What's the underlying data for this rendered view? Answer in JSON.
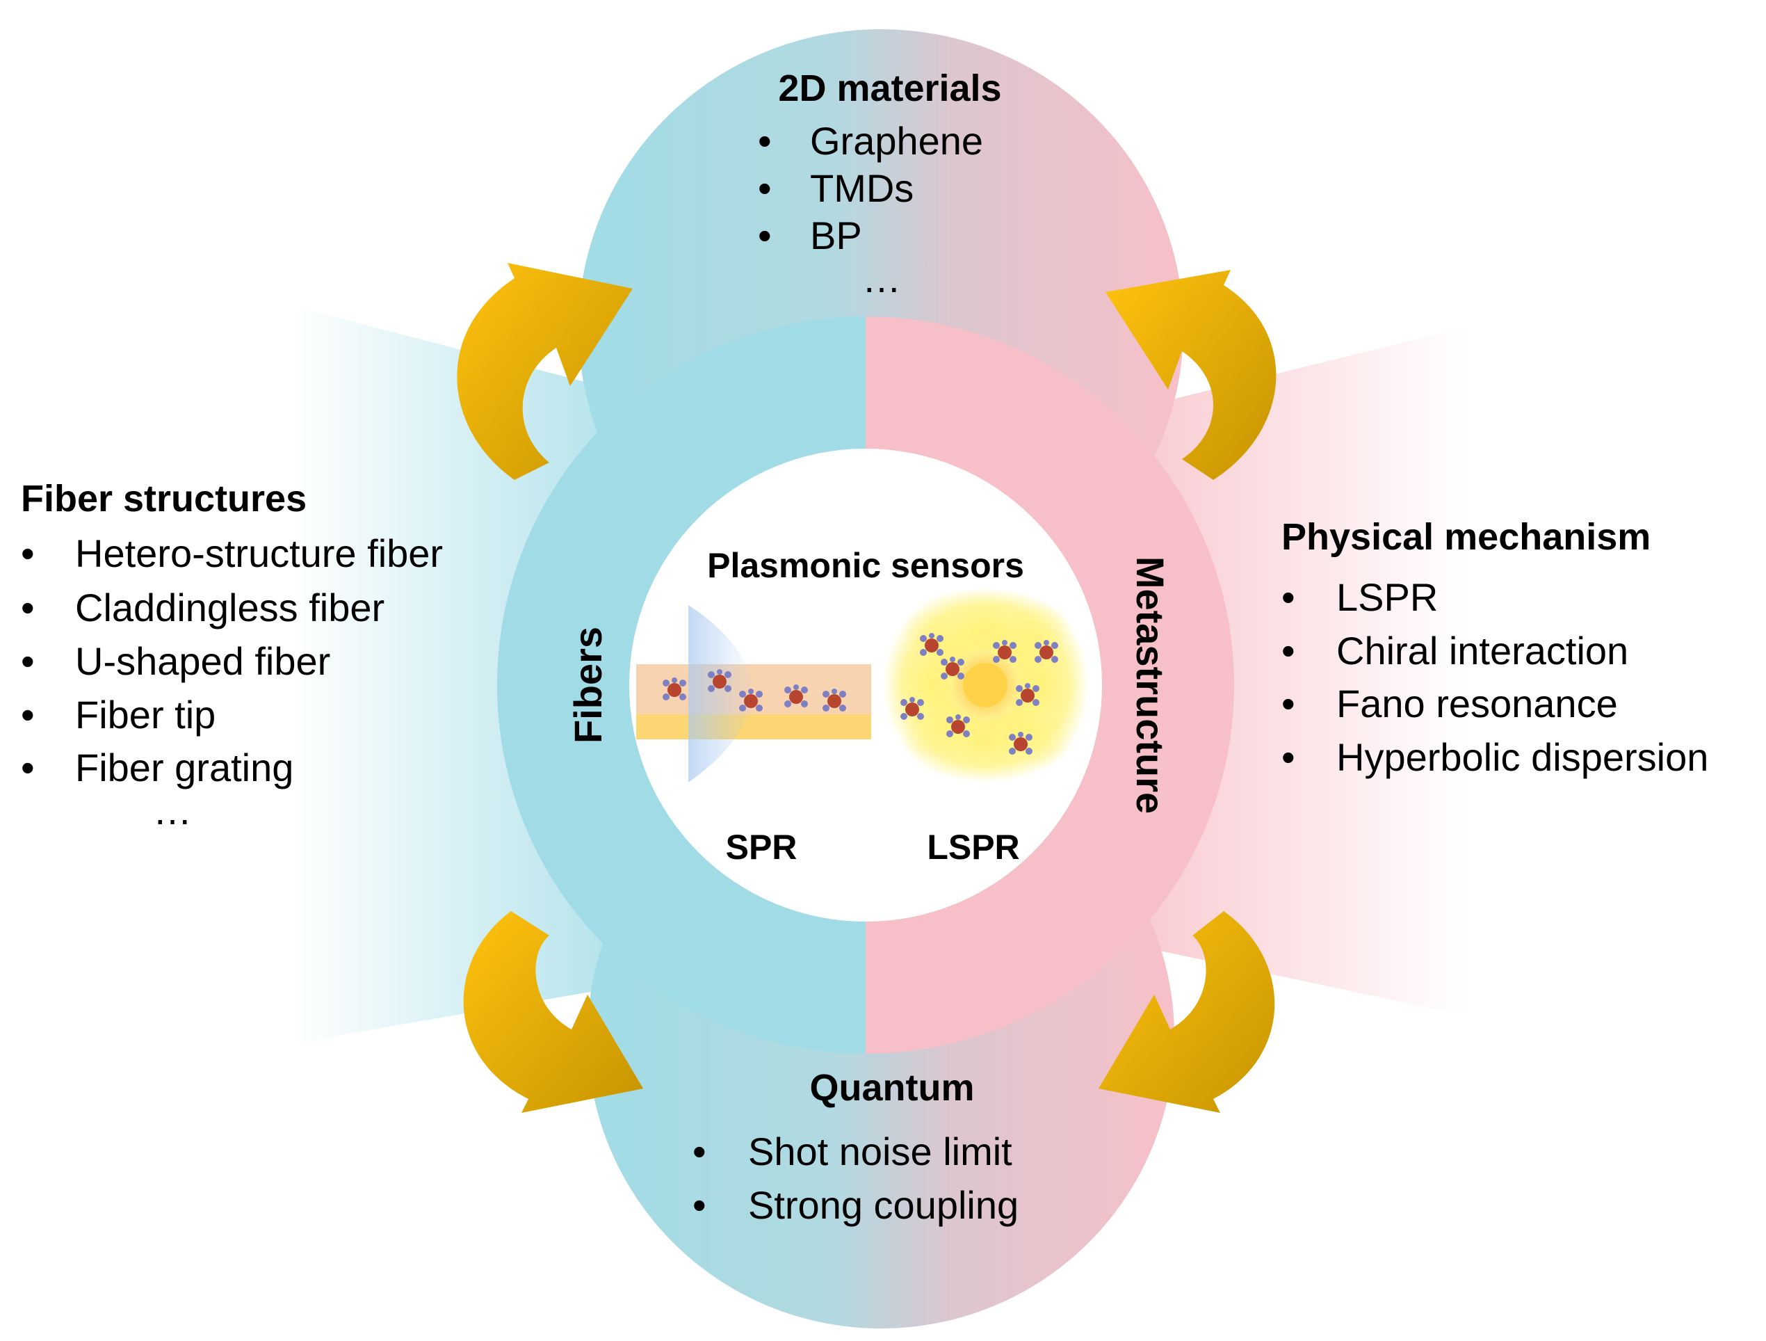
{
  "colors": {
    "blue": "#a1dce6",
    "pink": "#f7c0c8",
    "arrow_light": "#ffc20e",
    "arrow_dark": "#c69400",
    "gold_layer": "#fcd672",
    "orange_layer": "#f8d3b0",
    "particle": "#b8452f",
    "glow": "#fff27a"
  },
  "top": {
    "heading": "2D materials",
    "items": [
      "Graphene",
      "TMDs",
      "BP"
    ],
    "ellipsis": "…"
  },
  "left": {
    "heading": "Fiber structures",
    "items": [
      "Hetero-structure fiber",
      "Claddingless fiber",
      "U-shaped fiber",
      "Fiber tip",
      "Fiber grating"
    ],
    "ellipsis": "…"
  },
  "right": {
    "heading": "Physical mechanism",
    "items": [
      "LSPR",
      "Chiral interaction",
      "Fano resonance",
      "Hyperbolic dispersion"
    ]
  },
  "bottom": {
    "heading": "Quantum",
    "items": [
      "Shot noise limit",
      "Strong coupling"
    ]
  },
  "ring": {
    "left_label": "Fibers",
    "right_label": "Metastructure"
  },
  "core": {
    "title": "Plasmonic sensors",
    "spr_label": "SPR",
    "lspr_label": "LSPR"
  },
  "bullet": "•",
  "icons": [
    "curved-arrow-icon",
    "molecule-icon"
  ]
}
